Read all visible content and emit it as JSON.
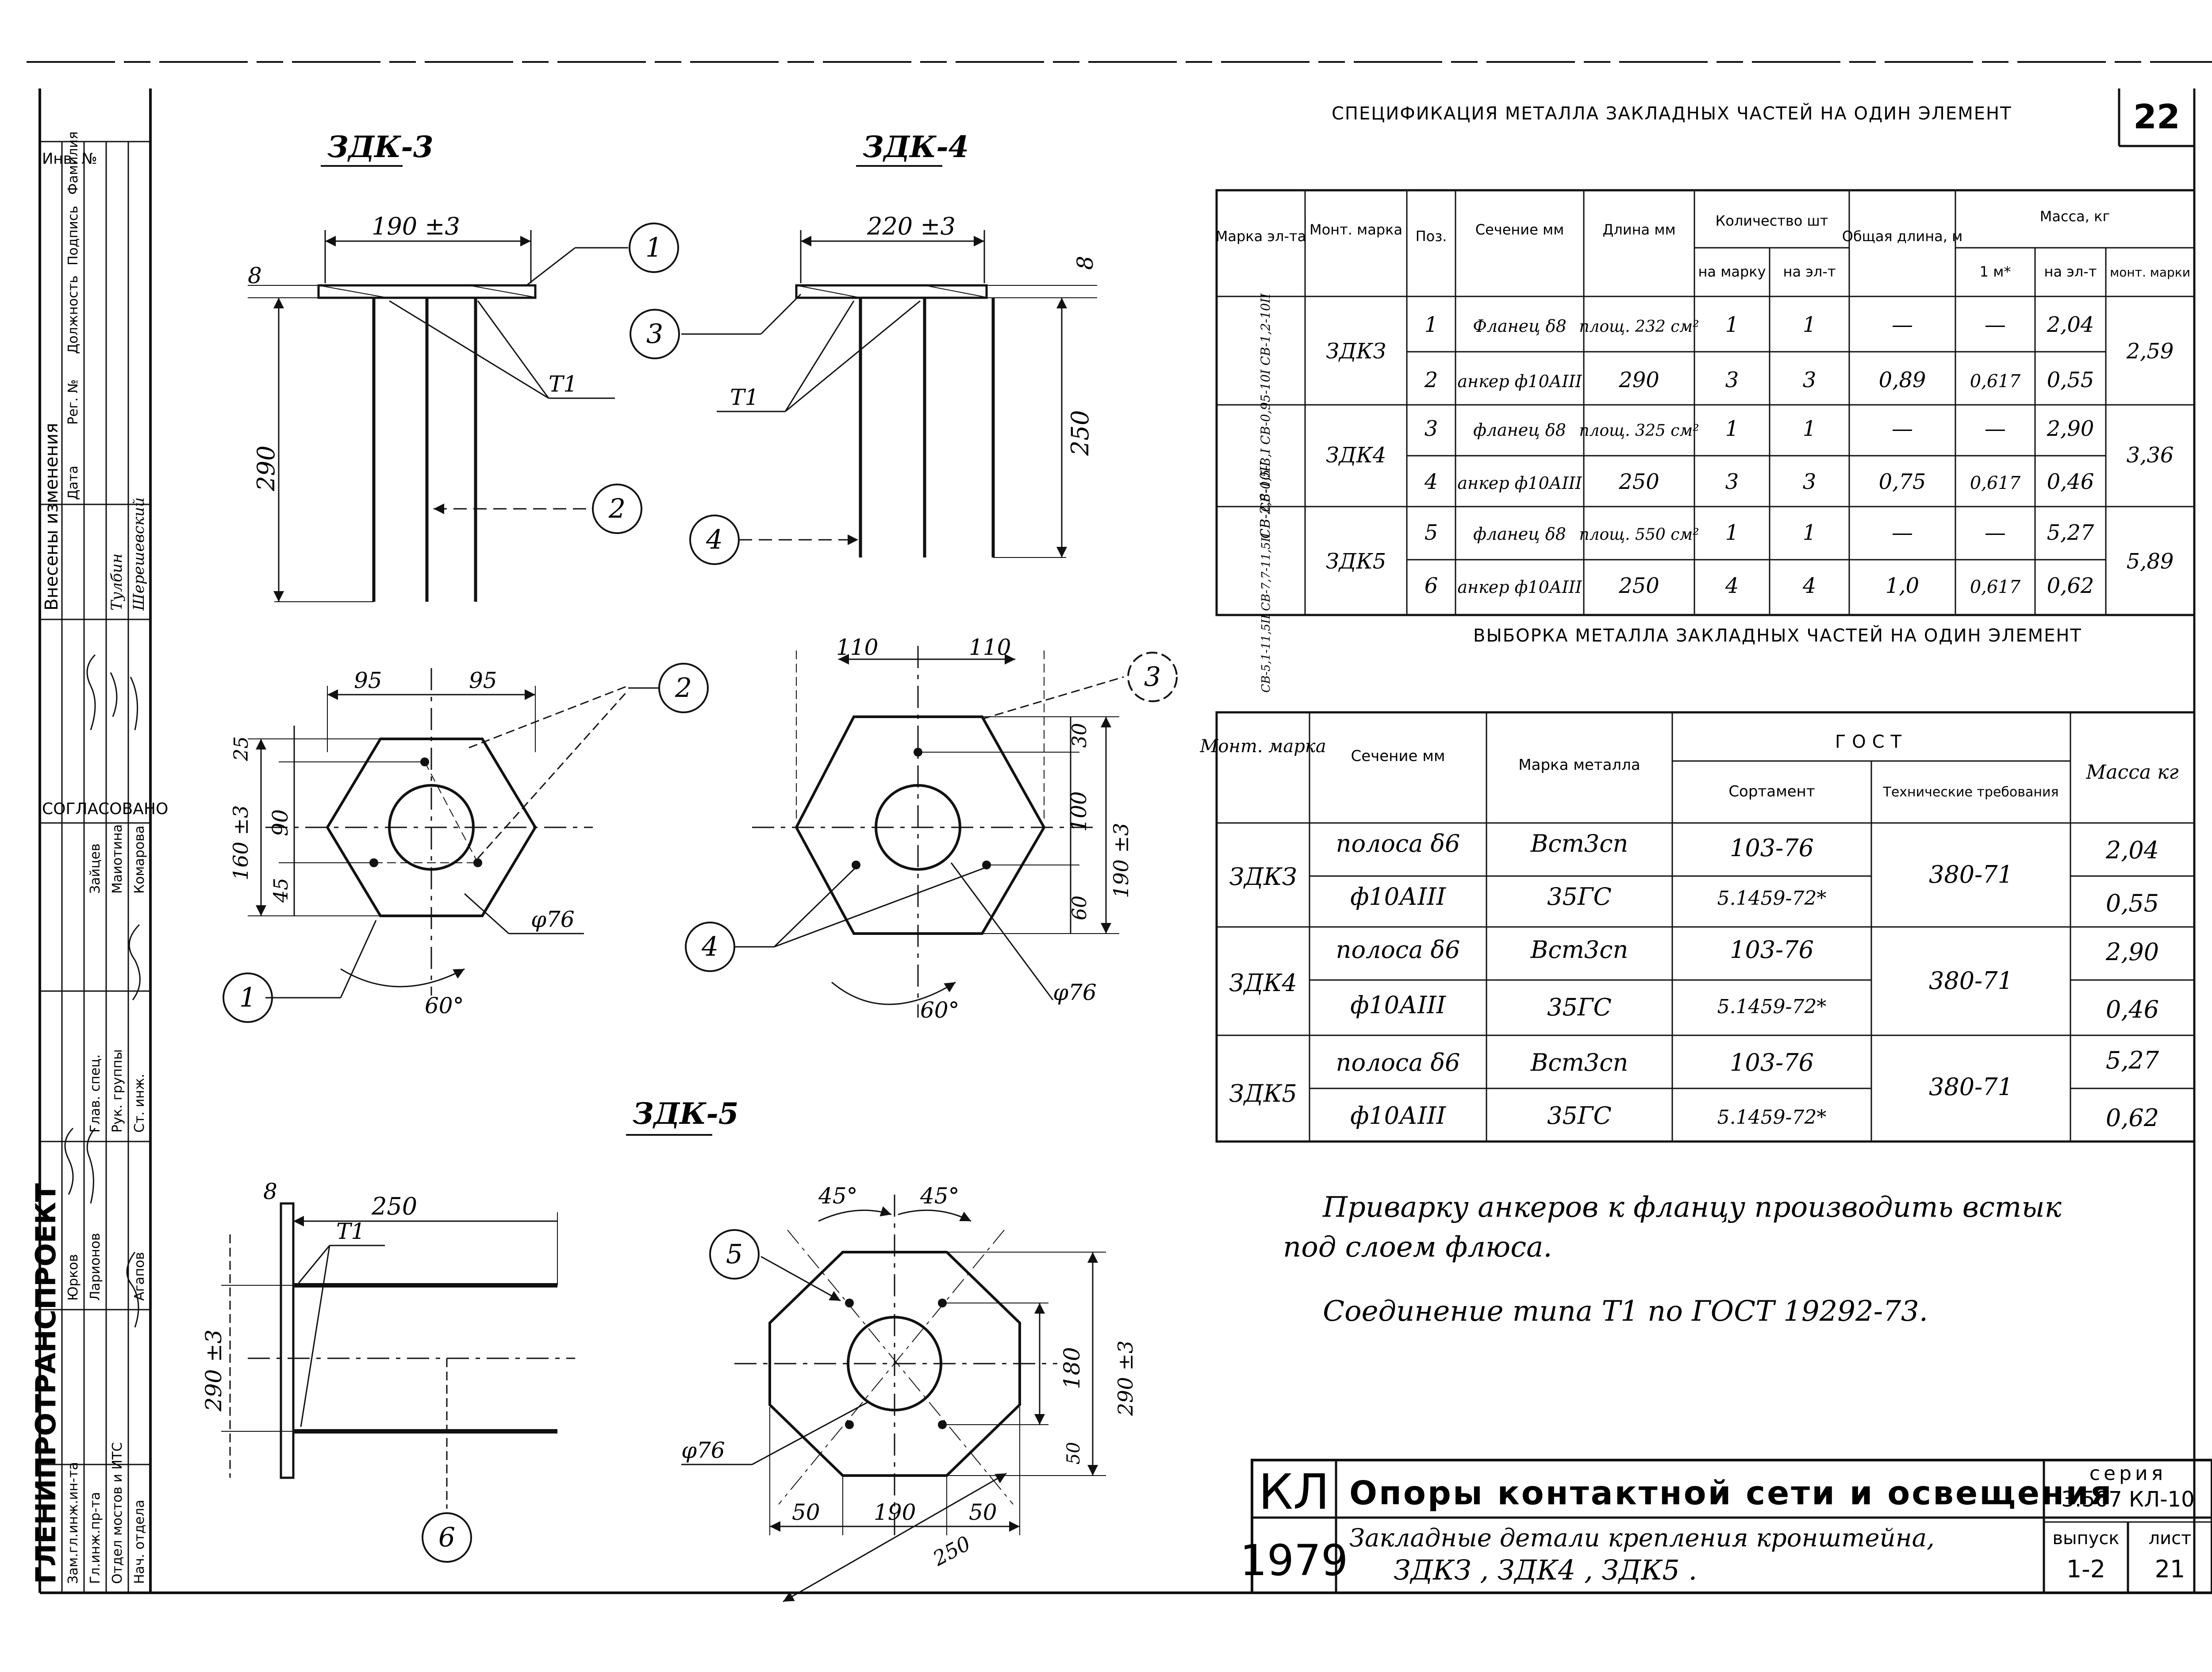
{
  "sheet_no": "22",
  "spec_table": {
    "title": "СПЕЦИФИКАЦИЯ МЕТАЛЛА ЗАКЛАДНЫХ ЧАСТЕЙ НА ОДИН ЭЛЕМЕНТ",
    "headers": {
      "element_mark": "Марка эл-та",
      "mount_mark": "Монт. марка",
      "pos": "Поз.",
      "section": "Сечение мм",
      "length": "Длина мм",
      "qty": "Количество шт",
      "qty_per_mark": "на марку",
      "qty_per_el": "на эл-т",
      "total_length": "Общая длина, м",
      "mass": "Масса, кг",
      "mass_1m": "1 м*",
      "mass_per_el": "на эл-т",
      "mass_mount": "монт. марки"
    },
    "groups": [
      {
        "element_mark": "СВ-0,5-3,I  СВ-0,95-10I  СВ-1,2-10II",
        "mark": "ЗДКЗ",
        "mass_mount": "2,59",
        "rows": [
          {
            "pos": "1",
            "section": "Фланец δ8",
            "length": "площ. 232 см²",
            "qty_mark": "1",
            "qty_el": "1",
            "total_len": "—",
            "m1": "—",
            "mass_el": "2,04"
          },
          {
            "pos": "2",
            "section": "анкер ф10АIII",
            "length": "290",
            "qty_mark": "3",
            "qty_el": "3",
            "total_len": "0,89",
            "m1": "0,617",
            "mass_el": "0,55"
          }
        ]
      },
      {
        "element_mark": "СВ-2,8-10II",
        "mark": "ЗДК4",
        "mass_mount": "3,36",
        "rows": [
          {
            "pos": "3",
            "section": "фланец δ8",
            "length": "площ. 325 см²",
            "qty_mark": "1",
            "qty_el": "1",
            "total_len": "—",
            "m1": "—",
            "mass_el": "2,90"
          },
          {
            "pos": "4",
            "section": "анкер ф10АIII",
            "length": "250",
            "qty_mark": "3",
            "qty_el": "3",
            "total_len": "0,75",
            "m1": "0,617",
            "mass_el": "0,46"
          }
        ]
      },
      {
        "element_mark": "СВ-5,1-11,5II  СВ-7,7-11,5II",
        "mark": "ЗДК5",
        "mass_mount": "5,89",
        "rows": [
          {
            "pos": "5",
            "section": "фланец δ8",
            "length": "площ. 550 см²",
            "qty_mark": "1",
            "qty_el": "1",
            "total_len": "—",
            "m1": "—",
            "mass_el": "5,27"
          },
          {
            "pos": "6",
            "section": "анкер ф10АIII",
            "length": "250",
            "qty_mark": "4",
            "qty_el": "4",
            "total_len": "1,0",
            "m1": "0,617",
            "mass_el": "0,62"
          }
        ]
      }
    ]
  },
  "sample_table": {
    "title": "ВЫБОРКА МЕТАЛЛА ЗАКЛАДНЫХ ЧАСТЕЙ НА ОДИН ЭЛЕМЕНТ",
    "headers": {
      "mount_mark": "Монт. марка",
      "section": "Сечение мм",
      "steel": "Марка металла",
      "gost": "ГОСТ",
      "assortment": "Сортамент",
      "tech_req": "Технические требования",
      "mass": "Масса кг"
    },
    "groups": [
      {
        "mark": "ЗДКЗ",
        "tech": "380-71",
        "rows": [
          {
            "section": "полоса δ6",
            "steel": "Вст3сп",
            "gost": "103-76",
            "mass": "2,04"
          },
          {
            "section": "ф10АIII",
            "steel": "35ГС",
            "gost": "5.1459-72*",
            "mass": "0,55"
          }
        ]
      },
      {
        "mark": "ЗДК4",
        "tech": "380-71",
        "rows": [
          {
            "section": "полоса δ6",
            "steel": "Вст3сп",
            "gost": "103-76",
            "mass": "2,90"
          },
          {
            "section": "ф10АIII",
            "steel": "35ГС",
            "gost": "5.1459-72*",
            "mass": "0,46"
          }
        ]
      },
      {
        "mark": "ЗДК5",
        "tech": "380-71",
        "rows": [
          {
            "section": "полоса δ6",
            "steel": "Вст3сп",
            "gost": "103-76",
            "mass": "5,27"
          },
          {
            "section": "ф10АIII",
            "steel": "35ГС",
            "gost": "5.1459-72*",
            "mass": "0,62"
          }
        ]
      }
    ]
  },
  "notes": {
    "line1": "Приварку анкеров к фланцу производить встык",
    "line2": "под слоем флюса.",
    "line3": "Соединение типа Т1 по ГОСТ 19292-73."
  },
  "drawings": {
    "zdk3_title": "ЗДК-3",
    "zdk4_title": "ЗДК-4",
    "zdk5_title": "ЗДК-5",
    "zdk3": {
      "width": "190 ±3",
      "thick": "8",
      "height": "290",
      "weld": "T1",
      "plan_left": "95",
      "plan_right": "95",
      "plan_d1": "25",
      "plan_d2": "90",
      "plan_d3": "45",
      "plan_total": "160 ±3",
      "diam": "φ76",
      "angle": "60°"
    },
    "zdk4": {
      "width": "220 ±3",
      "thick": "8",
      "height": "250",
      "weld": "T1",
      "plan_left": "110",
      "plan_right": "110",
      "plan_d1": "30",
      "plan_d2": "100",
      "plan_d3": "60",
      "plan_total": "190 ±3",
      "diam": "φ76",
      "angle": "60°"
    },
    "zdk5": {
      "thick": "8",
      "width": "250",
      "weld": "T1",
      "height": "290 ±3",
      "plan_a1": "45°",
      "plan_a2": "45°",
      "plan_d1": "180",
      "plan_d2": "50",
      "plan_total": "290 ±3",
      "diam": "φ76",
      "bottom_left": "50",
      "bottom_mid": "190",
      "bottom_right": "50",
      "bottom_total": "250"
    },
    "callouts": [
      "1",
      "2",
      "3",
      "4",
      "5",
      "6"
    ]
  },
  "title_block": {
    "org_code": "КЛ",
    "year": "1979",
    "title": "Опоры контактной сети и освещения",
    "subtitle_1": "Закладные детали крепления кронштейна,",
    "subtitle_2": "ЗДКЗ , ЗДК4 , ЗДК5 .",
    "series_label": "серия",
    "series_value": "3.507 КЛ-10",
    "issue_label": "выпуск",
    "issue_value": "1-2",
    "sheet_label": "лист",
    "sheet_value": "21"
  },
  "left_strip": {
    "institute": "ГЛЕНИПРОТРАНСПРОЕКТ",
    "approved": "СОГЛАСОВАНО",
    "changes": "Внесены изменения",
    "change_cols": [
      "Дата",
      "Рег. №",
      "Должность",
      "Подпись",
      "Фамилия"
    ],
    "inv": "Инв. №",
    "staff": [
      {
        "role": "Зам.гл.инж.ин-та",
        "name": "Юрков"
      },
      {
        "role": "Гл.инж.пр-та",
        "name": "Ларионов"
      },
      {
        "role": "Отдел мостов и ИТС",
        "name": ""
      },
      {
        "role": "Нач. отдела",
        "name": "Агапов"
      },
      {
        "role": "Глав. спец.",
        "name": "Зайцев"
      },
      {
        "role": "Рук. группы",
        "name": "Маиотина"
      },
      {
        "role": "Ст. инж.",
        "name": "Комарова"
      }
    ],
    "side_names": [
      "Тулбин",
      "Шерешевский"
    ]
  }
}
